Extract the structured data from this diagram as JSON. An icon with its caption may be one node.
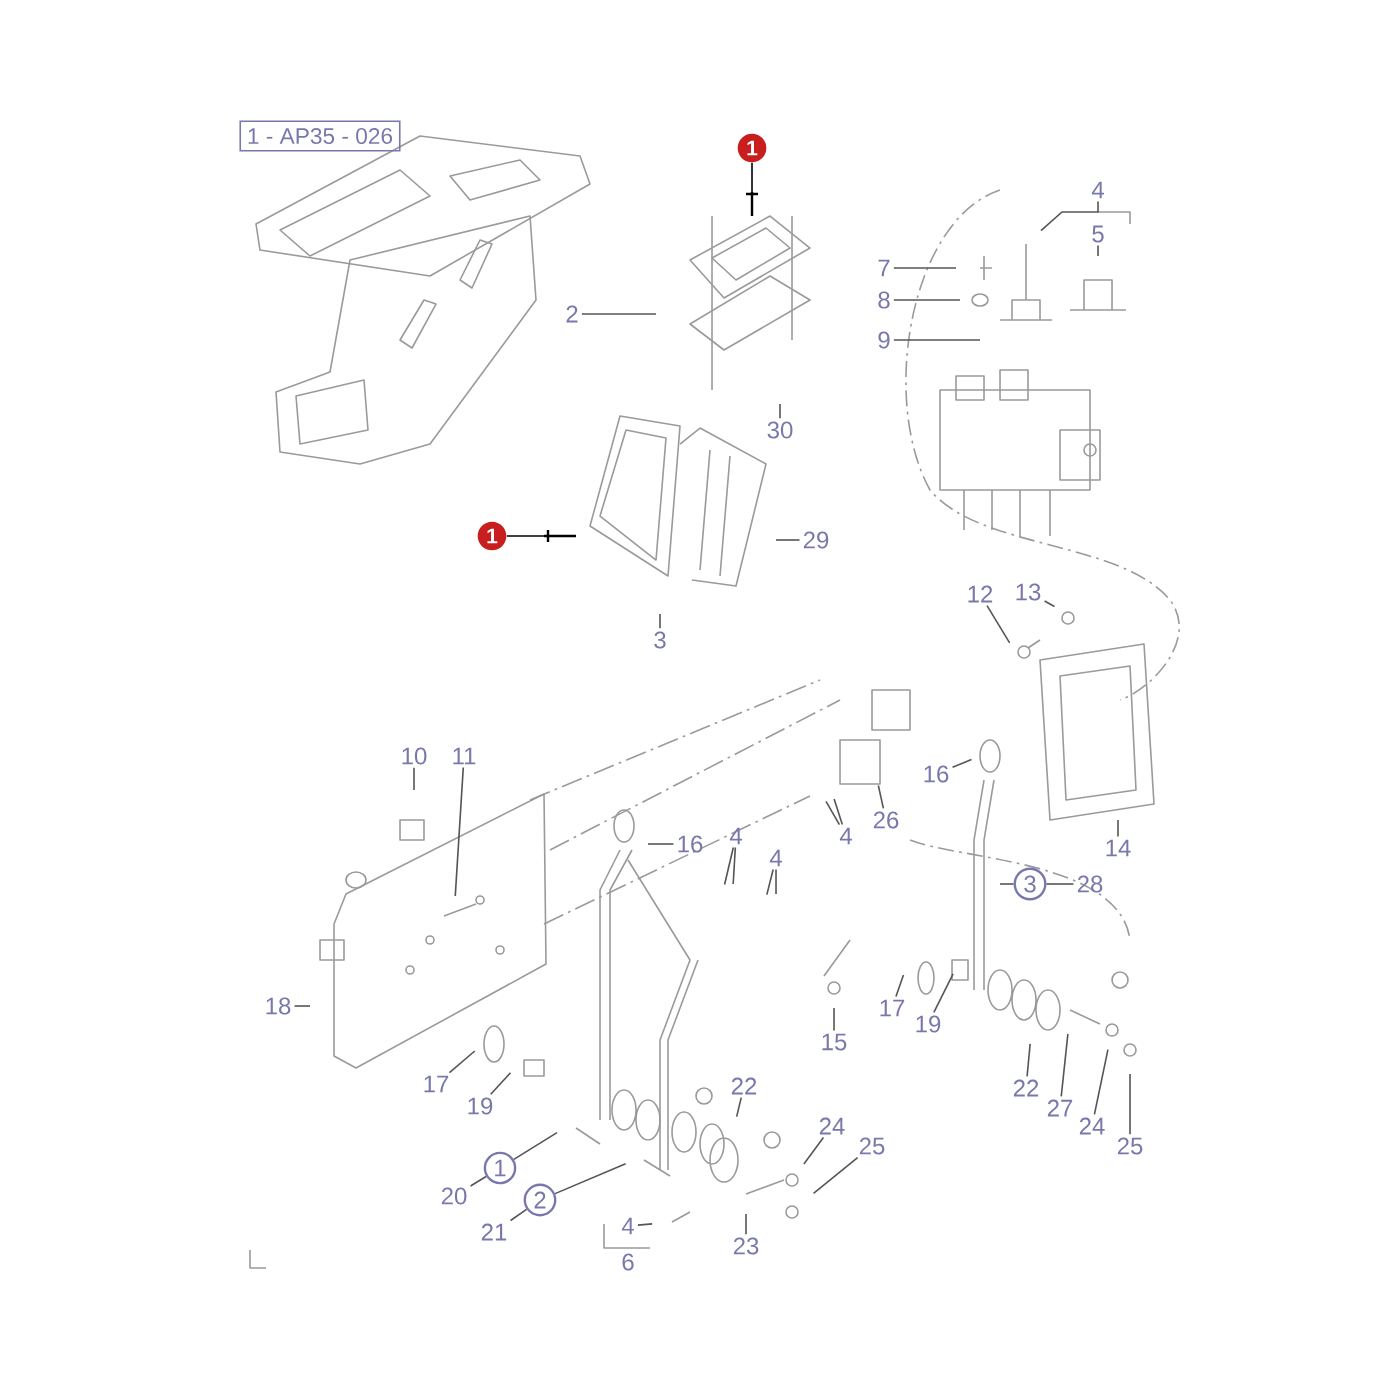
{
  "diagram": {
    "nodes": [
      {
        "text": [
          "1 - AP35 - 026"
        ]
      },
      {
        "text": [
          "1"
        ]
      },
      {
        "text": [
          "2"
        ]
      },
      {
        "text": [
          "30"
        ]
      },
      {
        "text": [
          "1"
        ]
      },
      {
        "text": [
          "29"
        ]
      },
      {
        "text": [
          "3"
        ]
      },
      {
        "text": [
          "4"
        ]
      },
      {
        "text": [
          "5"
        ]
      },
      {
        "text": [
          "7"
        ]
      },
      {
        "text": [
          "8"
        ]
      },
      {
        "text": [
          "9"
        ]
      },
      {
        "text": [
          "12"
        ]
      },
      {
        "text": [
          "13"
        ]
      },
      {
        "text": [
          "10"
        ]
      },
      {
        "text": [
          "11"
        ]
      },
      {
        "text": [
          "16"
        ]
      },
      {
        "text": [
          "4"
        ]
      },
      {
        "text": [
          "4"
        ]
      },
      {
        "text": [
          "16"
        ]
      },
      {
        "text": [
          "26"
        ]
      },
      {
        "text": [
          "4"
        ]
      },
      {
        "text": [
          "14"
        ]
      },
      {
        "text": [
          "3"
        ]
      },
      {
        "text": [
          "28"
        ]
      },
      {
        "text": [
          "18"
        ]
      },
      {
        "text": [
          "17"
        ]
      },
      {
        "text": [
          "19"
        ]
      },
      {
        "text": [
          "17"
        ]
      },
      {
        "text": [
          "19"
        ]
      },
      {
        "text": [
          "15"
        ]
      },
      {
        "text": [
          "22"
        ]
      },
      {
        "text": [
          "22"
        ]
      },
      {
        "text": [
          "27"
        ]
      },
      {
        "text": [
          "24"
        ]
      },
      {
        "text": [
          "25"
        ]
      },
      {
        "text": [
          "24"
        ]
      },
      {
        "text": [
          "25"
        ]
      },
      {
        "text": [
          "1"
        ]
      },
      {
        "text": [
          "20"
        ]
      },
      {
        "text": [
          "2"
        ]
      },
      {
        "text": [
          "21"
        ]
      },
      {
        "text": [
          "4"
        ]
      },
      {
        "text": [
          "6"
        ]
      },
      {
        "text": [
          "23"
        ]
      }
    ],
    "edges": [
      {
        "from": 1,
        "to": null,
        "arrow": "none",
        "color": "#000000"
      },
      {
        "from": 2,
        "to": null,
        "arrow": "none"
      },
      {
        "from": 3,
        "to": null,
        "arrow": "none"
      },
      {
        "from": 4,
        "to": null,
        "arrow": "none",
        "color": "#000000"
      },
      {
        "from": 5,
        "to": null,
        "arrow": "none"
      },
      {
        "from": 6,
        "to": null,
        "arrow": "none"
      },
      {
        "from": 7,
        "to": null,
        "arrow": "none"
      },
      {
        "from": 8,
        "to": null,
        "arrow": "none"
      },
      {
        "from": 9,
        "to": null,
        "arrow": "none"
      },
      {
        "from": 10,
        "to": null,
        "arrow": "none"
      },
      {
        "from": 11,
        "to": null,
        "arrow": "none"
      },
      {
        "from": 12,
        "to": null,
        "arrow": "none"
      },
      {
        "from": 13,
        "to": null,
        "arrow": "none"
      },
      {
        "from": 14,
        "to": null,
        "arrow": "none"
      },
      {
        "from": 15,
        "to": null,
        "arrow": "none"
      },
      {
        "from": 16,
        "to": null,
        "arrow": "none"
      },
      {
        "from": 17,
        "to": null,
        "arrow": "none"
      },
      {
        "from": 17,
        "to": null,
        "arrow": "none"
      },
      {
        "from": 18,
        "to": null,
        "arrow": "none"
      },
      {
        "from": 18,
        "to": null,
        "arrow": "none"
      },
      {
        "from": 19,
        "to": null,
        "arrow": "none"
      },
      {
        "from": 20,
        "to": null,
        "arrow": "none"
      },
      {
        "from": 21,
        "to": null,
        "arrow": "none"
      },
      {
        "from": 21,
        "to": null,
        "arrow": "none"
      },
      {
        "from": 22,
        "to": null,
        "arrow": "none"
      },
      {
        "from": 23,
        "to": null,
        "arrow": "none"
      },
      {
        "from": 24,
        "to": 23,
        "arrow": "none"
      },
      {
        "from": 25,
        "to": null,
        "arrow": "none"
      },
      {
        "from": 26,
        "to": null,
        "arrow": "none"
      },
      {
        "from": 27,
        "to": null,
        "arrow": "none"
      },
      {
        "from": 28,
        "to": null,
        "arrow": "none"
      },
      {
        "from": 29,
        "to": null,
        "arrow": "none"
      },
      {
        "from": 30,
        "to": null,
        "arrow": "none"
      },
      {
        "from": 31,
        "to": null,
        "arrow": "none"
      },
      {
        "from": 32,
        "to": null,
        "arrow": "none"
      },
      {
        "from": 33,
        "to": null,
        "arrow": "none"
      },
      {
        "from": 34,
        "to": null,
        "arrow": "none"
      },
      {
        "from": 35,
        "to": null,
        "arrow": "none"
      },
      {
        "from": 36,
        "to": null,
        "arrow": "none"
      },
      {
        "from": 37,
        "to": null,
        "arrow": "none"
      },
      {
        "from": 38,
        "to": null,
        "arrow": "none"
      },
      {
        "from": 39,
        "to": 38,
        "arrow": "none"
      },
      {
        "from": 40,
        "to": null,
        "arrow": "none"
      },
      {
        "from": 41,
        "to": 40,
        "arrow": "none"
      },
      {
        "from": 42,
        "to": null,
        "arrow": "none"
      },
      {
        "from": 44,
        "to": null,
        "arrow": "none"
      }
    ]
  }
}
